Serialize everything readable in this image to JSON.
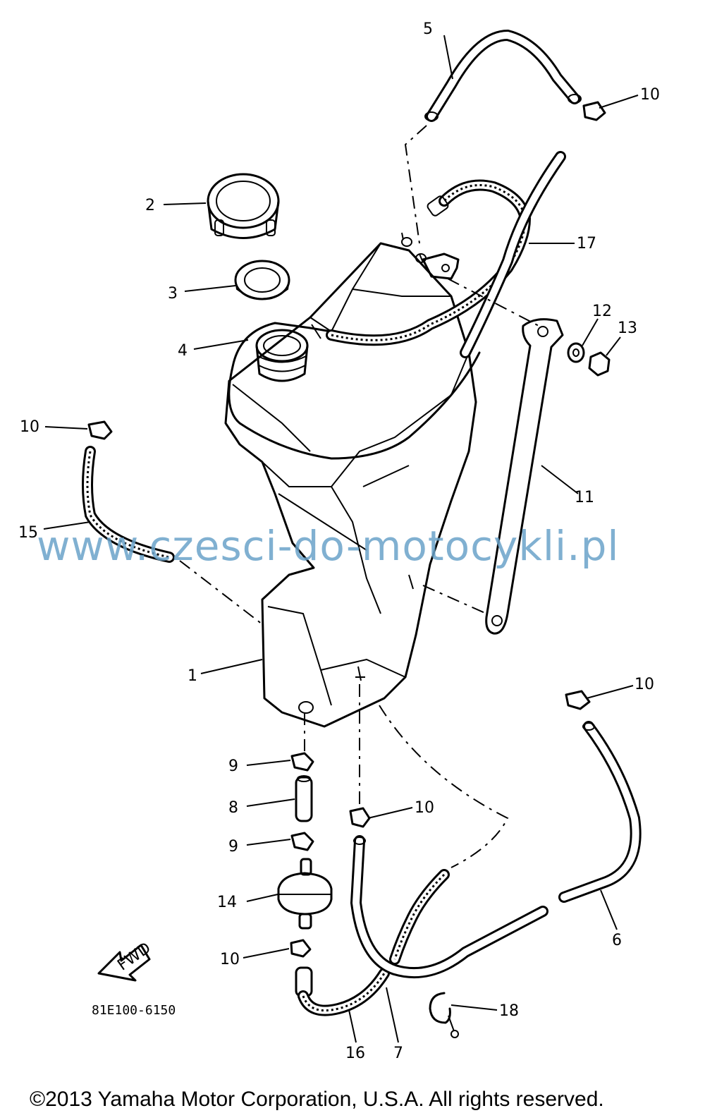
{
  "diagram": {
    "part_labels": {
      "p1": "1",
      "p2": "2",
      "p3": "3",
      "p4": "4",
      "p5": "5",
      "p6": "6",
      "p7": "7",
      "p8": "8",
      "p9a": "9",
      "p9b": "9",
      "p10a": "10",
      "p10b": "10",
      "p10c": "10",
      "p10d": "10",
      "p10e": "10",
      "p11": "11",
      "p12": "12",
      "p13": "13",
      "p14": "14",
      "p15": "15",
      "p16": "16",
      "p17": "17",
      "p18": "18"
    },
    "fwd_label": "FWD",
    "drawing_code": "81E100-6150"
  },
  "watermark": "www.czesci-do-motocykli.pl",
  "copyright": "©2013 Yamaha Motor Corporation, U.S.A. All rights reserved."
}
